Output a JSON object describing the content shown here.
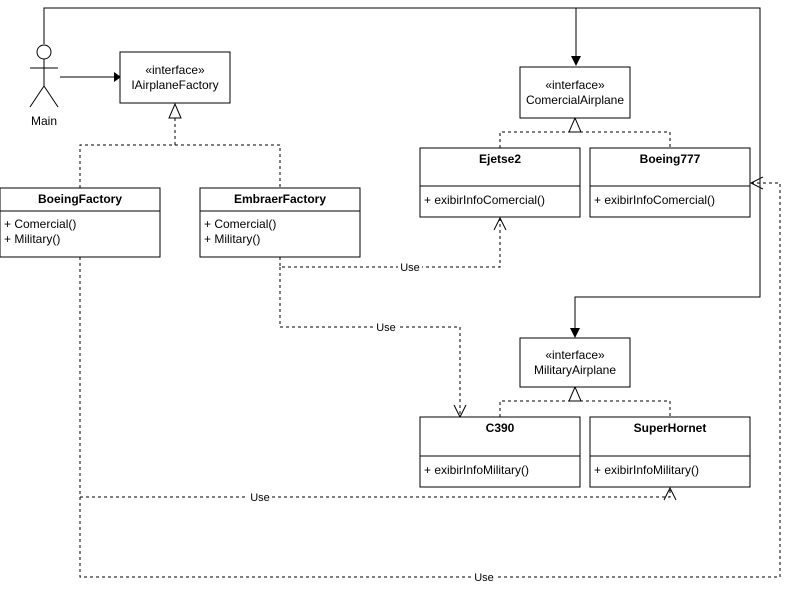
{
  "actor": {
    "label": "Main"
  },
  "interfaces": {
    "factory": {
      "stereotype": "«interface»",
      "name": "IAirplaneFactory"
    },
    "comercial": {
      "stereotype": "«interface»",
      "name": "ComercialAirplane"
    },
    "military": {
      "stereotype": "«interface»",
      "name": "MilitaryAirplane"
    }
  },
  "classes": {
    "boeing_factory": {
      "name": "BoeingFactory",
      "methods": [
        "+ Comercial()",
        "+ Military()"
      ]
    },
    "embraer_factory": {
      "name": "EmbraerFactory",
      "methods": [
        "+ Comercial()",
        "+ Military()"
      ]
    },
    "ejetse2": {
      "name": "Ejetse2",
      "methods": [
        "+ exibirInfoComercial()"
      ]
    },
    "boeing777": {
      "name": "Boeing777",
      "methods": [
        "+ exibirInfoComercial()"
      ]
    },
    "c390": {
      "name": "C390",
      "methods": [
        "+ exibirInfoMilitary()"
      ]
    },
    "superhornet": {
      "name": "SuperHornet",
      "methods": [
        "+ exibirInfoMilitary()"
      ]
    }
  },
  "edge_labels": {
    "use_ejetse2": "Use",
    "use_c390": "Use",
    "use_superhornet": "Use",
    "use_boeing777": "Use"
  }
}
